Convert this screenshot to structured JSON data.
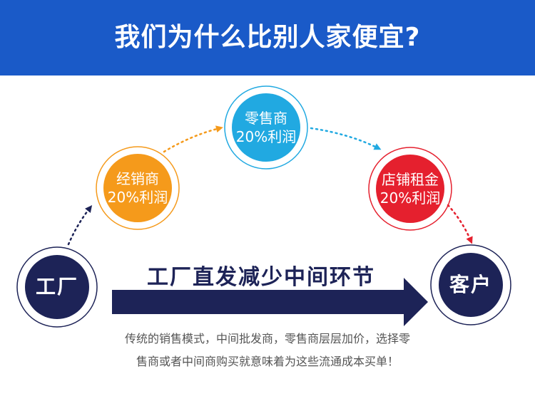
{
  "header": {
    "title": "我们为什么比别人家便宜?"
  },
  "nodes": {
    "factory": {
      "label": "工厂",
      "color": "#1d2357"
    },
    "distributor": {
      "label": "经销商",
      "margin": "20%利润",
      "color": "#f59a1b"
    },
    "retailer": {
      "label": "零售商",
      "margin": "20%利润",
      "color": "#21a9e1"
    },
    "store_rent": {
      "label": "店铺租金",
      "margin": "20%利润",
      "color": "#e5202e"
    },
    "customer": {
      "label": "客户",
      "color": "#1d2357"
    }
  },
  "main_arrow": {
    "label": "工厂直发减少中间环节"
  },
  "description": {
    "line1": "传统的销售模式，中间批发商，零售商层层加价，选择零",
    "line2": "售商或者中间商购买就意味着为这些流通成本买单！"
  },
  "colors": {
    "banner": "#1a5ac8",
    "navy": "#1d2357",
    "text_gray": "#555555"
  }
}
